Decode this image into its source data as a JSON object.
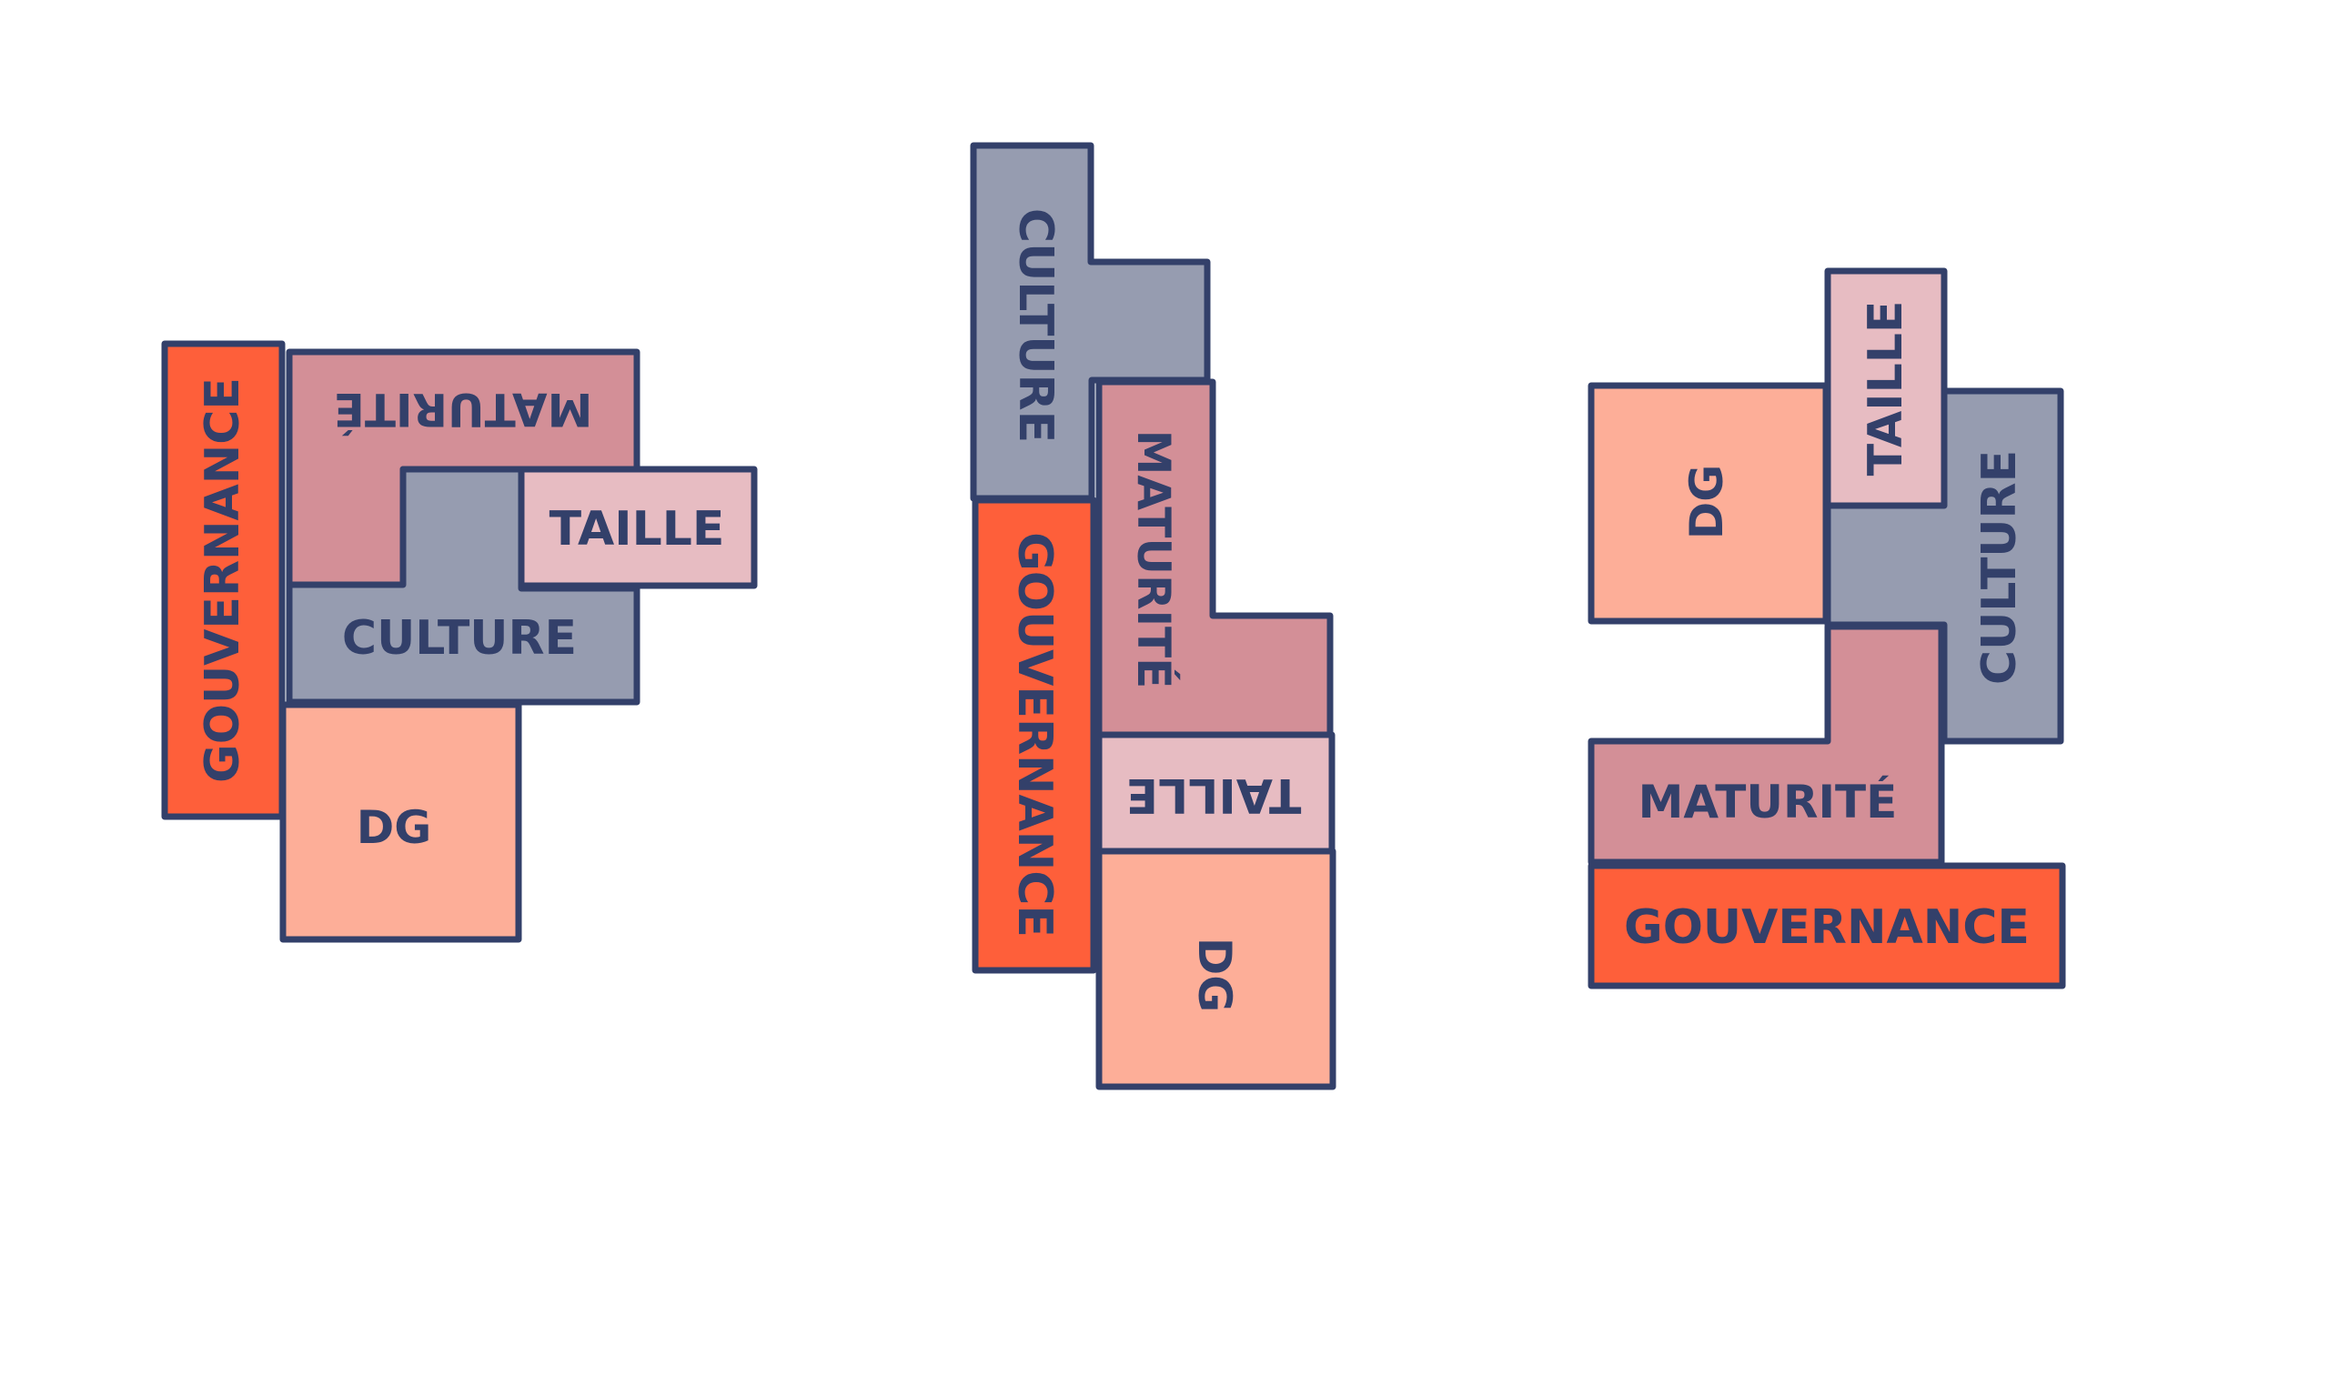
{
  "colors": {
    "outline": "#33406a",
    "text": "#33406a",
    "gouvernance": "#fe5f3a",
    "maturite": "#d38f97",
    "culture": "#969cb0",
    "taille": "#e7bcc2",
    "dg": "#fdae98",
    "background": "#ffffff"
  },
  "groups": [
    {
      "pieces": [
        {
          "id": "gouvernance",
          "label": "GOUVERNANCE"
        },
        {
          "id": "maturite",
          "label": "MATURITÉ"
        },
        {
          "id": "culture",
          "label": "CULTURE"
        },
        {
          "id": "taille",
          "label": "TAILLE"
        },
        {
          "id": "dg",
          "label": "DG"
        }
      ]
    },
    {
      "pieces": [
        {
          "id": "culture",
          "label": "CULTURE"
        },
        {
          "id": "gouvernance",
          "label": "GOUVERNANCE"
        },
        {
          "id": "maturite",
          "label": "MATURITÉ"
        },
        {
          "id": "taille",
          "label": "TAILLE"
        },
        {
          "id": "dg",
          "label": "DG"
        }
      ]
    },
    {
      "pieces": [
        {
          "id": "dg",
          "label": "DG"
        },
        {
          "id": "taille",
          "label": "TAILLE"
        },
        {
          "id": "culture",
          "label": "CULTURE"
        },
        {
          "id": "maturite",
          "label": "MATURITÉ"
        },
        {
          "id": "gouvernance",
          "label": "GOUVERNANCE"
        }
      ]
    }
  ]
}
